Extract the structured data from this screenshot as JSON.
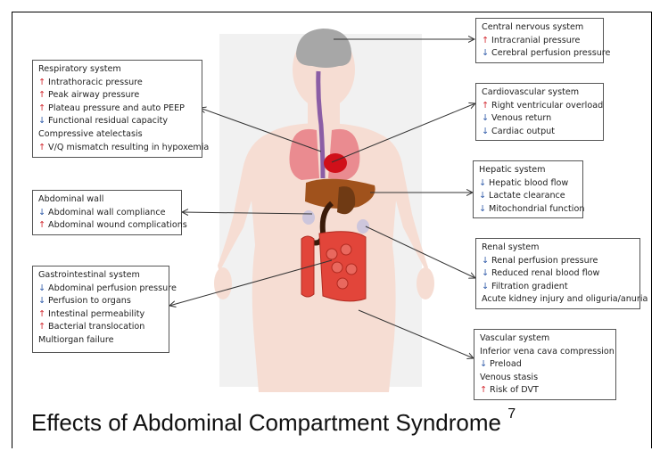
{
  "caption": {
    "title": "Effects of Abdominal Compartment Syndrome",
    "ref": "7"
  },
  "colors": {
    "increase_arrow": "#d1232a",
    "decrease_arrow": "#2e5aa8",
    "body": "#f6ddd3",
    "lungs": "#e87c84",
    "heart": "#d0101a",
    "liver": "#a0521c",
    "brain": "#a7a7a7",
    "intestine": "#e2453a"
  },
  "boxes": {
    "respiratory": {
      "title": "Respiratory system",
      "items": [
        {
          "dir": "up",
          "text": "Intrathoracic pressure"
        },
        {
          "dir": "up",
          "text": "Peak airway pressure"
        },
        {
          "dir": "up",
          "text": "Plateau pressure and auto PEEP"
        },
        {
          "dir": "down",
          "text": "Functional residual capacity"
        },
        {
          "dir": "none",
          "text": "Compressive atelectasis"
        },
        {
          "dir": "up",
          "text": "V/Q mismatch resulting in hypoxemia"
        }
      ]
    },
    "abdominal_wall": {
      "title": "Abdominal wall",
      "items": [
        {
          "dir": "down",
          "text": "Abdominal wall compliance"
        },
        {
          "dir": "up",
          "text": "Abdominal wound complications"
        }
      ]
    },
    "gastrointestinal": {
      "title": "Gastrointestinal system",
      "items": [
        {
          "dir": "down",
          "text": "Abdominal perfusion pressure"
        },
        {
          "dir": "down",
          "text": "Perfusion to organs"
        },
        {
          "dir": "up",
          "text": "Intestinal permeability"
        },
        {
          "dir": "up",
          "text": "Bacterial translocation"
        },
        {
          "dir": "none",
          "text": "Multiorgan failure"
        }
      ]
    },
    "cns": {
      "title": "Central nervous system",
      "items": [
        {
          "dir": "up",
          "text": "Intracranial pressure"
        },
        {
          "dir": "down",
          "text": "Cerebral perfusion pressure"
        }
      ]
    },
    "cardiovascular": {
      "title": "Cardiovascular system",
      "items": [
        {
          "dir": "up",
          "text": "Right ventricular overload"
        },
        {
          "dir": "down",
          "text": "Venous return"
        },
        {
          "dir": "down",
          "text": "Cardiac output"
        }
      ]
    },
    "hepatic": {
      "title": "Hepatic system",
      "items": [
        {
          "dir": "down",
          "text": "Hepatic blood flow"
        },
        {
          "dir": "down",
          "text": "Lactate clearance"
        },
        {
          "dir": "down",
          "text": "Mitochondrial function"
        }
      ]
    },
    "renal": {
      "title": "Renal system",
      "items": [
        {
          "dir": "down",
          "text": "Renal perfusion pressure"
        },
        {
          "dir": "down",
          "text": "Reduced renal blood flow"
        },
        {
          "dir": "down",
          "text": "Filtration gradient"
        },
        {
          "dir": "none",
          "text": "Acute kidney injury and oliguria/anuria"
        }
      ]
    },
    "vascular": {
      "title": "Vascular system",
      "items": [
        {
          "dir": "none",
          "text": "Inferior vena cava compression"
        },
        {
          "dir": "down",
          "text": "Preload"
        },
        {
          "dir": "none",
          "text": "Venous stasis"
        },
        {
          "dir": "up",
          "text": "Risk of DVT"
        }
      ]
    }
  }
}
